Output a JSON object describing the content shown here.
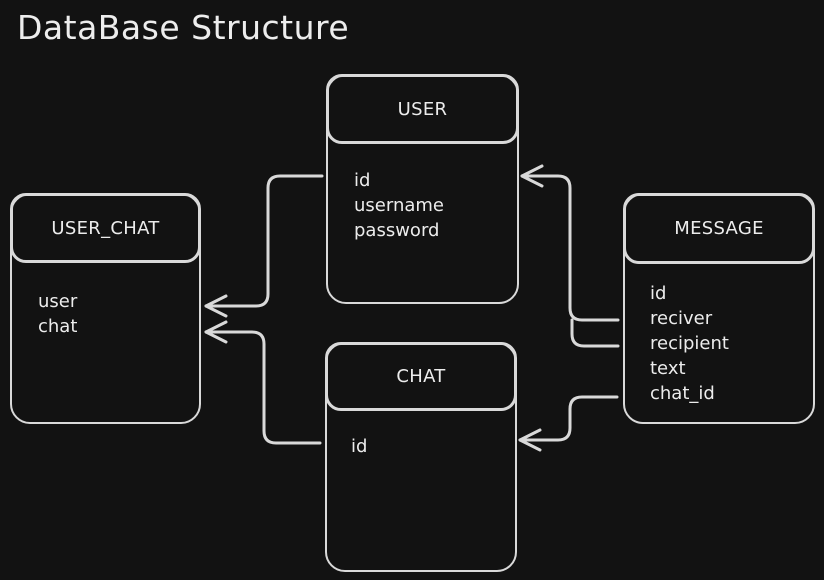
{
  "title": "DataBase Structure",
  "entities": {
    "user": {
      "name": "USER",
      "fields": [
        "id",
        "username",
        "password"
      ]
    },
    "user_chat": {
      "name": "USER_CHAT",
      "fields": [
        "user",
        "chat"
      ]
    },
    "chat": {
      "name": "CHAT",
      "fields": [
        "id"
      ]
    },
    "message": {
      "name": "MESSAGE",
      "fields": [
        "id",
        "reciver",
        "recipient",
        "text",
        "chat_id"
      ]
    }
  },
  "colors": {
    "background": "#121212",
    "stroke": "#d9d9d9",
    "text": "#ececec"
  }
}
